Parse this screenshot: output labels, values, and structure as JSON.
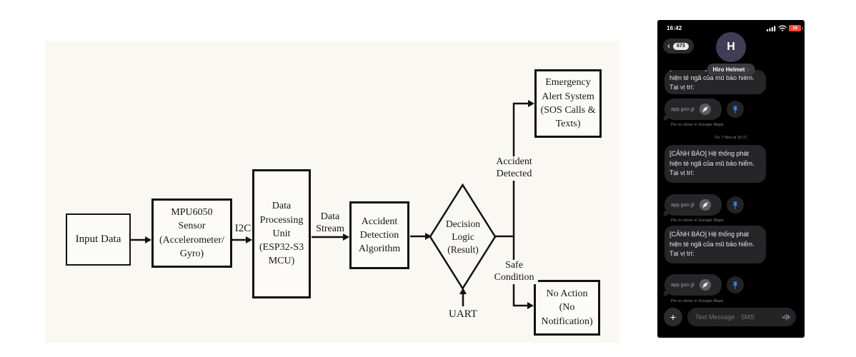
{
  "figure": {
    "nodes": {
      "input": "Input Data",
      "sensor": "MPU6050\nSensor\n(Accelerometer/\nGyro)",
      "processing": "Data\nProcessing\nUnit\n(ESP32-S3\nMCU)",
      "detection": "Accident\nDetection\nAlgorithm",
      "decision": "Decision\nLogic\n(Result)",
      "emergency": "Emergency\nAlert System\n(SOS Calls &\nTexts)",
      "no_action": "No Action\n(No\nNotification)"
    },
    "edge_labels": {
      "i2c": "I2C",
      "data_stream": "Data\nStream",
      "uart": "UART",
      "accident_detected": "Accident\nDetected",
      "safe_condition": "Safe\nCondition"
    }
  },
  "phone": {
    "status_bar": {
      "time": "16:42",
      "battery_percent": "16"
    },
    "header": {
      "back_chevron": "‹",
      "unread_count": "673",
      "avatar_letter": "H",
      "contact_name": "Hiro Helmet",
      "contact_chevron": "›"
    },
    "conversation": {
      "alert_message": "[CẢNH BÁO] Hệ thống phát hiện té ngã của mũ bảo hiểm. Tại vị trí:",
      "link_text": "app.goo.gl",
      "map_caption": "Pin to show in Google Maps",
      "date_separator": "Fri, 7 Nov at 16:17"
    },
    "composer": {
      "plus": "+",
      "placeholder": "Text Message · SMS"
    }
  },
  "colors": {
    "battery_low_red": "#ff453a",
    "pin_blue": "#3e7bfa",
    "avatar_purple": "#403d55",
    "bubble_gray": "#262628",
    "figure_background": "#faf8f3"
  }
}
